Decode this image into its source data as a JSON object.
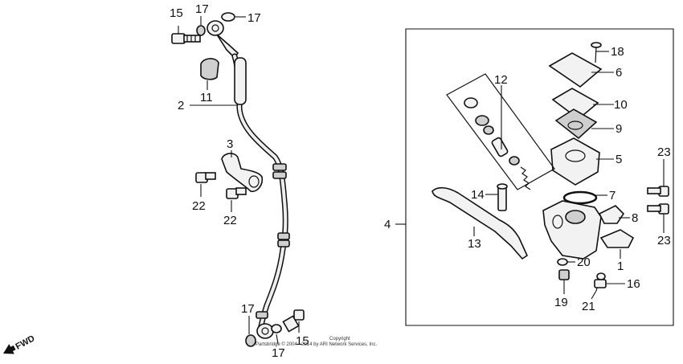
{
  "callouts": [
    {
      "id": "c15a",
      "label": "15"
    },
    {
      "id": "c17a",
      "label": "17"
    },
    {
      "id": "c17b",
      "label": "17"
    },
    {
      "id": "c11",
      "label": "11"
    },
    {
      "id": "c2",
      "label": "2"
    },
    {
      "id": "c3",
      "label": "3"
    },
    {
      "id": "c22a",
      "label": "22"
    },
    {
      "id": "c22b",
      "label": "22"
    },
    {
      "id": "c17c",
      "label": "17"
    },
    {
      "id": "c17d",
      "label": "17"
    },
    {
      "id": "c15b",
      "label": "15"
    },
    {
      "id": "c18",
      "label": "18"
    },
    {
      "id": "c6",
      "label": "6"
    },
    {
      "id": "c12",
      "label": "12"
    },
    {
      "id": "c10",
      "label": "10"
    },
    {
      "id": "c9",
      "label": "9"
    },
    {
      "id": "c5",
      "label": "5"
    },
    {
      "id": "c23a",
      "label": "23"
    },
    {
      "id": "c14",
      "label": "14"
    },
    {
      "id": "c7",
      "label": "7"
    },
    {
      "id": "c4",
      "label": "4"
    },
    {
      "id": "c8",
      "label": "8"
    },
    {
      "id": "c23b",
      "label": "23"
    },
    {
      "id": "c13",
      "label": "13"
    },
    {
      "id": "c1",
      "label": "1"
    },
    {
      "id": "c20",
      "label": "20"
    },
    {
      "id": "c16",
      "label": "16"
    },
    {
      "id": "c19",
      "label": "19"
    },
    {
      "id": "c21",
      "label": "21"
    }
  ],
  "fwd_label": "FWD",
  "copyright": {
    "line1": "Copyright",
    "line2": "Partsbridge © 2004 - 2014 by ARI Network Services, Inc."
  }
}
